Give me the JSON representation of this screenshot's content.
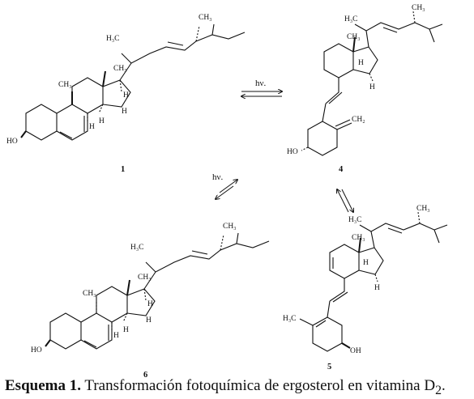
{
  "compounds": [
    {
      "number": "1",
      "labels": {
        "h3c": "H₃C",
        "ch3_top": "CH₃",
        "me18": "CH₃",
        "me19": "CH₃",
        "h_a": "H",
        "h_b": "H",
        "h_c": "H",
        "h_d": "H",
        "ho": "HO"
      }
    },
    {
      "number": "4",
      "labels": {
        "h3c": "H₃C",
        "ch3_top": "CH₃",
        "me18": "CH₃",
        "h_a": "H",
        "h_b": "H",
        "ch2": "CH₂",
        "ho": "HO"
      }
    },
    {
      "number": "6",
      "labels": {
        "h3c": "H₃C",
        "ch3_top": "CH₃",
        "me18": "CH₃",
        "me19": "CH₃",
        "h_a": "H",
        "h_b": "H",
        "h_c": "H",
        "h_d": "H",
        "ho": "HO"
      }
    },
    {
      "number": "5",
      "labels": {
        "h3c": "H₃C",
        "ch3_top": "CH₃",
        "me18": "CH₃",
        "h_a": "H",
        "h_b": "H",
        "h3c_ring": "H₃C",
        "oh": "OH"
      }
    }
  ],
  "arrows": [
    {
      "id": "1-4",
      "label": "hν."
    },
    {
      "id": "1-6",
      "label": "hν."
    },
    {
      "id": "4-5",
      "label": ""
    }
  ],
  "caption": {
    "bold": "Esquema 1.",
    "text": " Transformación fotoquímica de ergosterol en vitamina D",
    "subscript": "2",
    "end": "."
  }
}
